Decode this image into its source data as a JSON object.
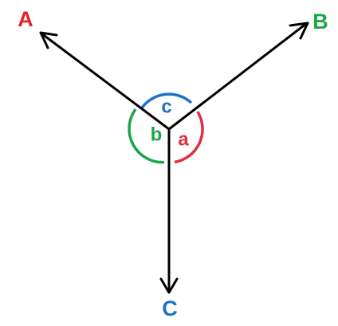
{
  "vectors": [
    {
      "label": "A",
      "color": "#e8202a"
    },
    {
      "label": "B",
      "color": "#1aa64a"
    },
    {
      "label": "C",
      "color": "#1a73c8"
    }
  ],
  "angles": [
    {
      "label": "a",
      "color": "#e03040"
    },
    {
      "label": "b",
      "color": "#1aa64a"
    },
    {
      "label": "c",
      "color": "#1a73c8"
    }
  ],
  "line_color": "#000000"
}
